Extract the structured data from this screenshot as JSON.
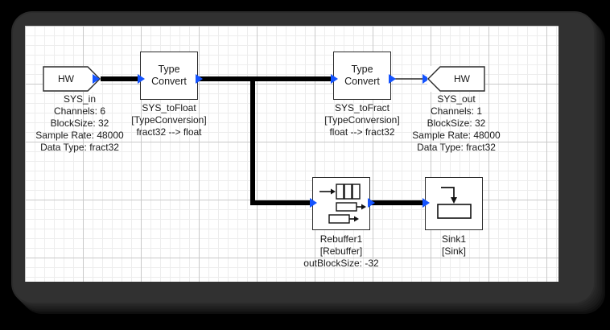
{
  "canvas": {
    "grid": "on",
    "bg": "#ffffff",
    "grid_color": "#e8e8e8",
    "major_grid_color": "#c9c9c9"
  },
  "theme": {
    "block_border": "#2a2a2a",
    "port_color": "#1453ff",
    "wire_color": "#000000",
    "bezel": "#2b2b2b"
  },
  "blocks": {
    "sys_in": {
      "icon_text": "HW",
      "name": "SYS_in",
      "props": [
        "Channels: 6",
        "BlockSize: 32",
        "Sample Rate: 48000",
        "Data Type: fract32"
      ]
    },
    "sys_tofloat": {
      "icon_line1": "Type",
      "icon_line2": "Convert",
      "name": "SYS_toFloat",
      "type": "[TypeConversion]",
      "conversion": "fract32 --> float"
    },
    "sys_tofract": {
      "icon_line1": "Type",
      "icon_line2": "Convert",
      "name": "SYS_toFract",
      "type": "[TypeConversion]",
      "conversion": "float --> fract32"
    },
    "sys_out": {
      "icon_text": "HW",
      "name": "SYS_out",
      "props": [
        "Channels: 1",
        "BlockSize: 32",
        "Sample Rate: 48000",
        "Data Type: fract32"
      ]
    },
    "rebuffer1": {
      "name": "Rebuffer1",
      "type": "[Rebuffer]",
      "param": "outBlockSize: -32",
      "icon": "rebuffer-icon"
    },
    "sink1": {
      "name": "Sink1",
      "type": "[Sink]",
      "icon": "sink-icon"
    }
  },
  "icons": {
    "port_in": "input-port-triangle-icon",
    "port_out": "output-port-triangle-icon"
  }
}
